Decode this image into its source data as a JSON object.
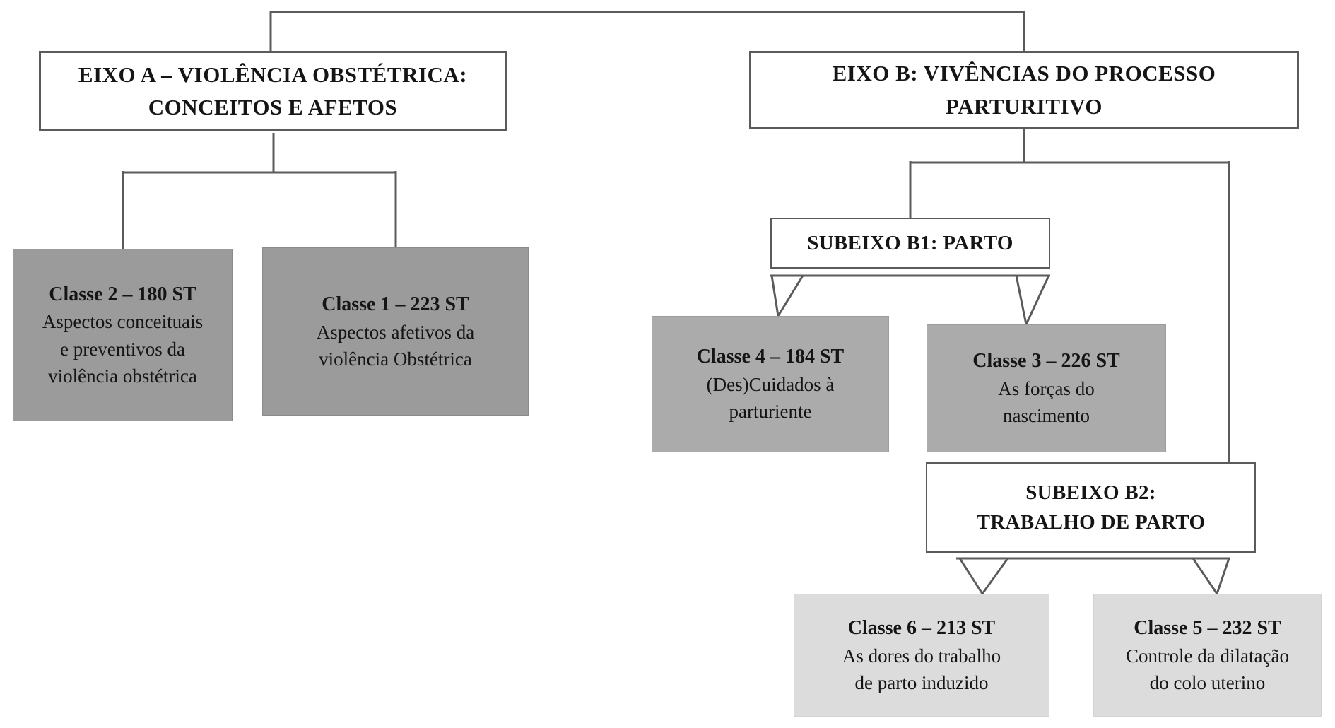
{
  "figure": {
    "type": "dendrogram-flowchart",
    "language": "pt-BR",
    "palette": {
      "background": "#ffffff",
      "line_color": "#5b5b5b",
      "text_color": "#151515",
      "class_dark_fill": "#9b9b9b",
      "class_mid_fill": "#ababab",
      "class_light_fill": "#dcdcdc",
      "axis_box_fill": "#ffffff"
    }
  },
  "eixo_a": {
    "line1": "EIXO A – VIOLÊNCIA OBSTÉTRICA:",
    "line2": "CONCEITOS E AFETOS"
  },
  "eixo_b": {
    "line1": "EIXO B: VIVÊNCIAS DO PROCESSO",
    "line2": "PARTURITIVO"
  },
  "subeixo_b1": {
    "line1": "SUBEIXO B1: PARTO"
  },
  "subeixo_b2": {
    "line1": "SUBEIXO B2:",
    "line2": "TRABALHO DE PARTO"
  },
  "classe2": {
    "title": "Classe 2 – 180 ST",
    "body": [
      "Aspectos conceituais",
      "e preventivos da",
      "violência obstétrica"
    ]
  },
  "classe1": {
    "title": "Classe 1 – 223 ST",
    "body": [
      "Aspectos afetivos da",
      "violência Obstétrica"
    ]
  },
  "classe4": {
    "title": "Classe 4 – 184 ST",
    "body": [
      "(Des)Cuidados à",
      "parturiente"
    ]
  },
  "classe3": {
    "title": "Classe 3 – 226 ST",
    "body": [
      "As forças do",
      "nascimento"
    ]
  },
  "classe6": {
    "title": "Classe 6 – 213 ST",
    "body": [
      "As dores do trabalho",
      "de parto induzido"
    ]
  },
  "classe5": {
    "title": "Classe 5 – 232 ST",
    "body": [
      "Controle da dilatação",
      "do colo uterino"
    ]
  }
}
